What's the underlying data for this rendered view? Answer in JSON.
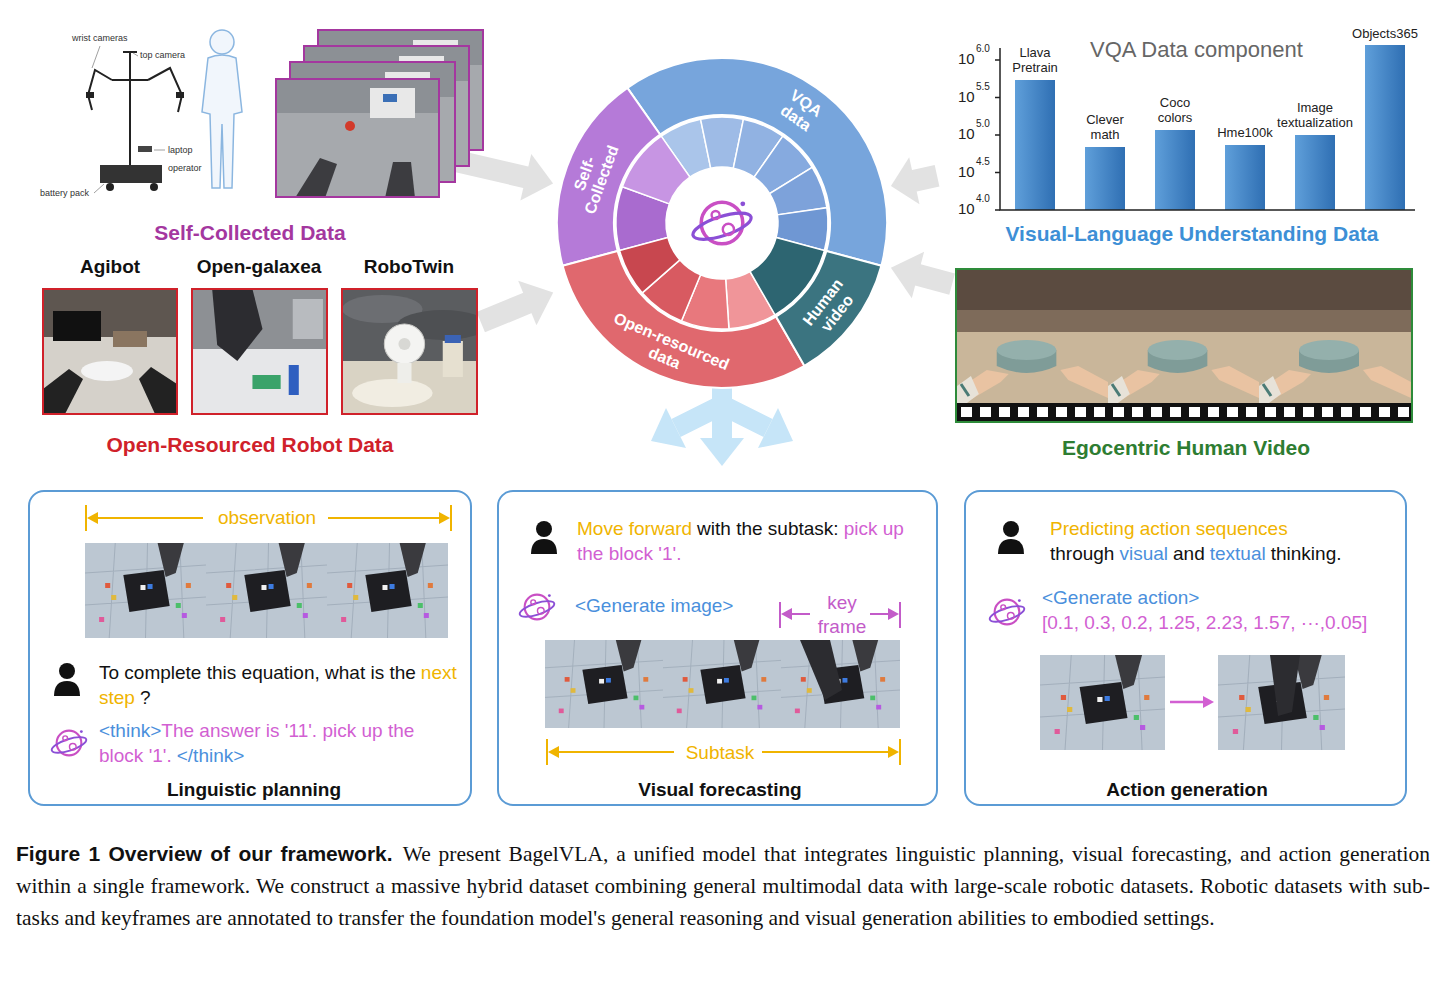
{
  "diagram": {
    "title": "Figure 1 Overview of our framework.",
    "caption": "We present BagelVLA, a unified model that integrates linguistic planning, visual forecasting, and action generation within a single framework. We construct a massive hybrid dataset combining general multimodal data with large-scale robotic datasets. Robotic datasets with sub-tasks and keyframes are annotated to transfer the foundation model's general reasoning and visual generation abilities to embodied settings.",
    "nodes": [
      {
        "text": [
          "Self-Collected Data"
        ]
      },
      {
        "text": [
          "Agibot"
        ]
      },
      {
        "text": [
          "Open-galaxea"
        ]
      },
      {
        "text": [
          "RoboTwin"
        ]
      },
      {
        "text": [
          "VQA data"
        ]
      },
      {
        "text": [
          "Self-Collected"
        ]
      },
      {
        "text": [
          "Open-resourced data"
        ]
      },
      {
        "text": [
          "Human video"
        ]
      },
      {
        "text": [
          "VQA Data component",
          "Llava Pretrain",
          "Clever math",
          "Coco colors",
          "Hme100k",
          "Image textualization",
          "Objects365",
          "Visual-Language Understanding Data"
        ]
      },
      {
        "text": [
          "Egocentric Human Video"
        ]
      },
      {
        "text": [
          "observation",
          "To complete this equation, what is the",
          "next step",
          "?",
          "<think>",
          "The answer is '11'. pick up the block '1'.",
          "</think>",
          "Linguistic planning"
        ]
      },
      {
        "text": [
          "Move forward",
          "with the subtask:",
          "pick up the block '1'.",
          "<Generate image>",
          "key frame",
          "Subtask",
          "Visual forecasting"
        ]
      },
      {
        "text": [
          "Predicting action sequences",
          "through",
          "visual",
          "and",
          "textual",
          "thinking.",
          "<Generate action>",
          "[0.1, 0.3, 0.2, 1.25, 2.23, 1.57, ···,0.05]",
          "Action generation"
        ]
      }
    ],
    "edges": [
      {
        "from": 0,
        "to": 5,
        "arrow": "to"
      },
      {
        "from": 3,
        "to": 6,
        "arrow": "to"
      },
      {
        "from": 8,
        "to": 4,
        "arrow": "to"
      },
      {
        "from": 9,
        "to": 7,
        "arrow": "to"
      }
    ],
    "labels": [
      "wrist cameras",
      "top camera",
      "laptop",
      "operator",
      "battery pack",
      "Open-Resourced Robot Data",
      "10",
      "6.0",
      "10",
      "5.5",
      "10",
      "5.0",
      "10",
      "4.5",
      "10",
      "4.0"
    ]
  }
}
